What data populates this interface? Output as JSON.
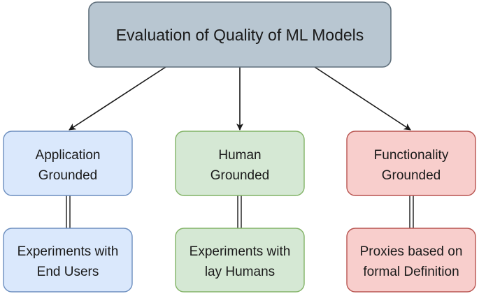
{
  "title": {
    "text": "Evaluation of Quality of ML Models",
    "fill": "#b8c6d1",
    "stroke": "#5f6f7b"
  },
  "branches": [
    {
      "category": [
        "Application",
        "Grounded"
      ],
      "method": [
        "Experiments with",
        "End Users"
      ],
      "fill": "#dae8fc",
      "stroke": "#6c8ebf"
    },
    {
      "category": [
        "Human",
        "Grounded"
      ],
      "method": [
        "Experiments with",
        "lay Humans"
      ],
      "fill": "#d5e8d4",
      "stroke": "#82b366"
    },
    {
      "category": [
        "Functionality",
        "Grounded"
      ],
      "method": [
        "Proxies based on",
        "formal Definition"
      ],
      "fill": "#f8cecc",
      "stroke": "#b85450"
    }
  ],
  "colors": {
    "arrow": "#1a1a1a",
    "text": "#1a1a1a"
  }
}
